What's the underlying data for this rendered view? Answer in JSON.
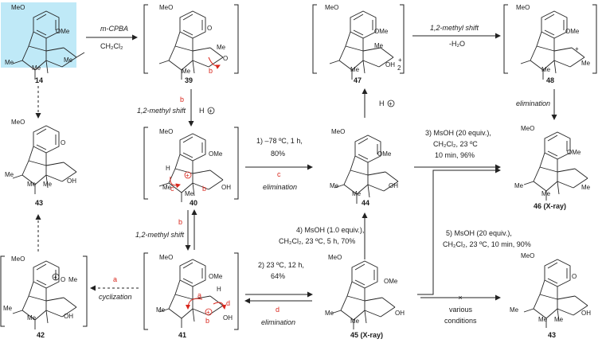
{
  "compounds": {
    "c14": "14",
    "c39": "39",
    "c47": "47",
    "c48": "48",
    "c43_left": "43",
    "c40": "40",
    "c44": "44",
    "c46": "46 (X-ray)",
    "c42": "42",
    "c41": "41",
    "c45": "45 (X-ray)",
    "c43_right": "43"
  },
  "atoms": {
    "OMe": "OMe",
    "MeO": "MeO",
    "Me": "Me",
    "OH": "OH",
    "O": "O",
    "H": "H",
    "OH2": "OH",
    "plus": "+",
    "two": "2"
  },
  "conditions": {
    "mcpba": "m-CPBA",
    "ch2cl2": "CH₂Cl₂",
    "shift_b": "b",
    "shift_label": "1,2-methyl shift",
    "hplus": "H",
    "minus78": "1) –78 ºC, 1 h,",
    "yield80": "80%",
    "c_letter": "c",
    "elimination": "elimination",
    "msoh_1": "4) MsOH (1.0 equiv.),",
    "msoh_1b": "CH₂Cl₂, 23 ºC, 5 h, 70%",
    "step2": "2) 23 ºC, 12 h,",
    "yield64": "64%",
    "d_letter": "d",
    "cyclization_a": "a",
    "cyclization": "cyclization",
    "shift_48": "1,2-methyl shift",
    "minus_water": "-H₂O",
    "elimination_48": "elimination",
    "step3a": "3) MsOH (20 equiv.),",
    "step3b": "CH₂Cl₂, 23 ºC",
    "step3c": "10 min, 96%",
    "step5a": "5) MsOH (20 equiv.),",
    "step5b": "CH₂Cl₂, 23 ºC, 10 min, 90%",
    "various": "various",
    "conditions": "conditions"
  },
  "colors": {
    "highlight": "#bfe9f7",
    "mechanism_red": "#d9261c"
  }
}
